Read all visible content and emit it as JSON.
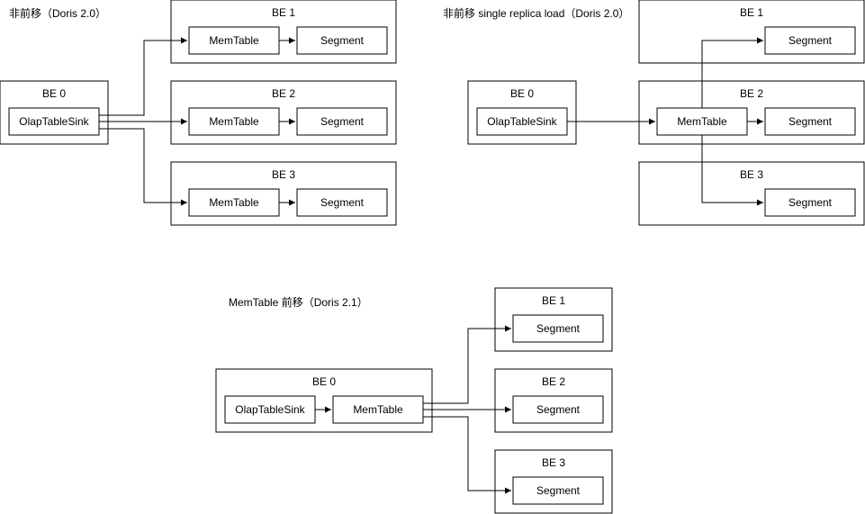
{
  "diagrams": [
    {
      "id": "d1",
      "title": "非前移（Doris 2.0）",
      "containers": [
        {
          "id": "be0",
          "label": "BE 0"
        },
        {
          "id": "be1",
          "label": "BE 1"
        },
        {
          "id": "be2",
          "label": "BE 2"
        },
        {
          "id": "be3",
          "label": "BE 3"
        }
      ],
      "nodes": [
        {
          "id": "sink",
          "label": "OlapTableSink"
        },
        {
          "id": "mt1",
          "label": "MemTable"
        },
        {
          "id": "seg1",
          "label": "Segment"
        },
        {
          "id": "mt2",
          "label": "MemTable"
        },
        {
          "id": "seg2",
          "label": "Segment"
        },
        {
          "id": "mt3",
          "label": "MemTable"
        },
        {
          "id": "seg3",
          "label": "Segment"
        }
      ]
    },
    {
      "id": "d2",
      "title": "非前移 single replica load（Doris 2.0）",
      "containers": [
        {
          "id": "be0",
          "label": "BE 0"
        },
        {
          "id": "be1",
          "label": "BE 1"
        },
        {
          "id": "be2",
          "label": "BE 2"
        },
        {
          "id": "be3",
          "label": "BE 3"
        }
      ],
      "nodes": [
        {
          "id": "sink",
          "label": "OlapTableSink"
        },
        {
          "id": "mt2",
          "label": "MemTable"
        },
        {
          "id": "seg1",
          "label": "Segment"
        },
        {
          "id": "seg2",
          "label": "Segment"
        },
        {
          "id": "seg3",
          "label": "Segment"
        }
      ]
    },
    {
      "id": "d3",
      "title": "MemTable 前移（Doris 2.1）",
      "containers": [
        {
          "id": "be0",
          "label": "BE 0"
        },
        {
          "id": "be1",
          "label": "BE 1"
        },
        {
          "id": "be2",
          "label": "BE 2"
        },
        {
          "id": "be3",
          "label": "BE 3"
        }
      ],
      "nodes": [
        {
          "id": "sink",
          "label": "OlapTableSink"
        },
        {
          "id": "mt",
          "label": "MemTable"
        },
        {
          "id": "seg1",
          "label": "Segment"
        },
        {
          "id": "seg2",
          "label": "Segment"
        },
        {
          "id": "seg3",
          "label": "Segment"
        }
      ]
    }
  ]
}
